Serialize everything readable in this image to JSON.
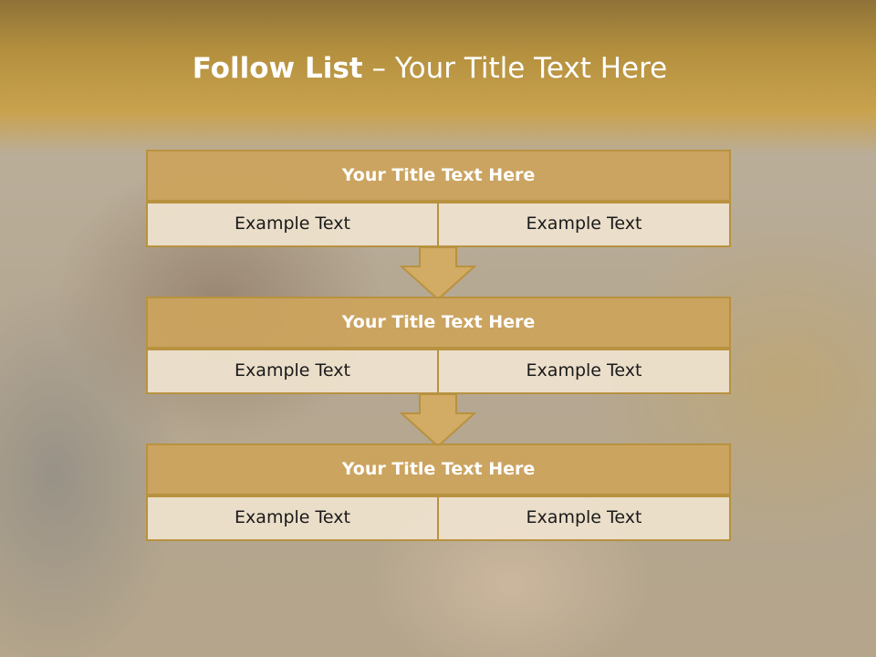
{
  "slide": {
    "title_strong": "Follow List",
    "title_rest": "– Your Title Text Here"
  },
  "blocks": [
    {
      "title": "Your Title Text Here",
      "left_text": "Example Text",
      "right_text": "Example Text"
    },
    {
      "title": "Your Title Text Here",
      "left_text": "Example Text",
      "right_text": "Example Text"
    },
    {
      "title": "Your Title Text Here",
      "left_text": "Example Text",
      "right_text": "Example Text"
    }
  ],
  "colors": {
    "title_band": "#b5913f",
    "header_fill": "#cca45c",
    "cell_fill": "#eee1cd",
    "border": "#b8923f",
    "arrow_fill": "#d2ab64"
  }
}
